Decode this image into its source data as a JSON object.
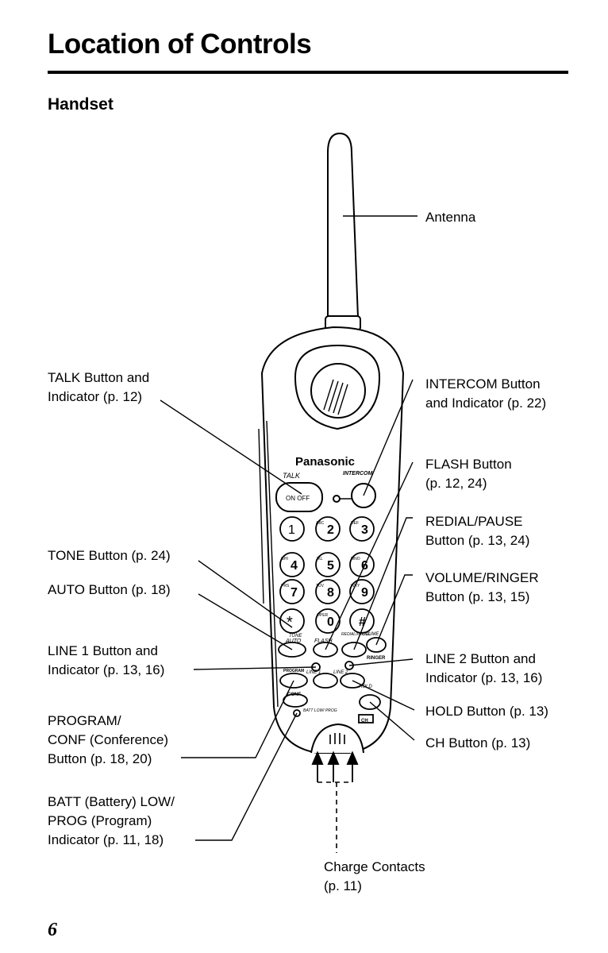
{
  "page": {
    "title": "Location of Controls",
    "section": "Handset",
    "page_number": "6"
  },
  "phone": {
    "brand": "Panasonic",
    "talk_label": "TALK",
    "talk_button_text": "ON OFF",
    "intercom_label": "INTERCOM",
    "keys": [
      "1",
      "2",
      "3",
      "4",
      "5",
      "6",
      "7",
      "8",
      "9",
      "*",
      "0",
      "#"
    ],
    "key_letters": [
      "",
      "ABC",
      "DEF",
      "GHI",
      "JKL",
      "MNO",
      "PRS",
      "TUV",
      "WXY",
      "",
      "OPER",
      ""
    ],
    "tone_label": "TONE",
    "auto_label": "AUTO",
    "flash_label": "FLASH",
    "redial_label": "REDIAL/PAUSE",
    "volume_label": "VOLUME",
    "ringer_label": "RINGER",
    "program_label": "PROGRAM",
    "conf_label": "CONF",
    "line1_label": "LINE 1",
    "line2_label": "LINE 2",
    "hold_label": "HOLD",
    "batt_label": "BATT LOW/ PROG",
    "ch_label": "CH"
  },
  "labels": {
    "antenna": [
      "Antenna"
    ],
    "talk": [
      "TALK Button and",
      "Indicator (p. 12)"
    ],
    "intercom": [
      "INTERCOM Button",
      "and Indicator (p. 22)"
    ],
    "flash": [
      "FLASH Button",
      "(p. 12, 24)"
    ],
    "redial": [
      "REDIAL/PAUSE",
      "Button (p. 13, 24)"
    ],
    "tone": [
      "TONE Button (p. 24)"
    ],
    "auto": [
      "AUTO Button (p. 18)"
    ],
    "volume": [
      "VOLUME/RINGER",
      "Button (p. 13, 15)"
    ],
    "line1": [
      "LINE 1 Button and",
      "Indicator (p. 13, 16)"
    ],
    "line2": [
      "LINE 2 Button and",
      "Indicator (p. 13, 16)"
    ],
    "hold": [
      "HOLD Button (p. 13)"
    ],
    "ch": [
      "CH Button (p. 13)"
    ],
    "program": [
      "PROGRAM/",
      "CONF (Conference)",
      "Button (p. 18, 20)"
    ],
    "batt": [
      "BATT (Battery) LOW/",
      "PROG (Program)",
      "Indicator (p. 11, 18)"
    ],
    "charge": [
      "Charge Contacts",
      "(p. 11)"
    ]
  }
}
